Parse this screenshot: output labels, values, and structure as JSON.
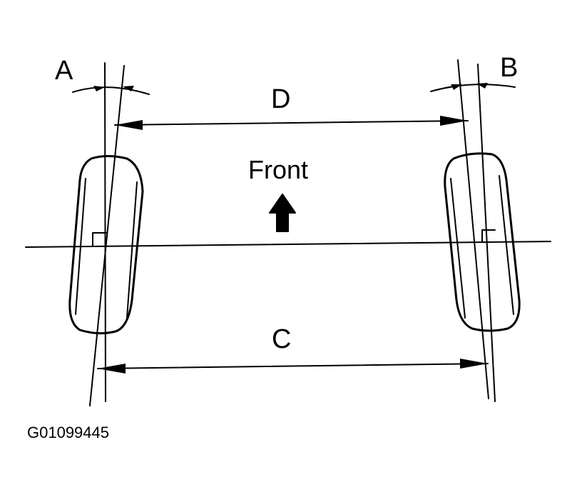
{
  "labels": {
    "angle_left": "A",
    "angle_right": "B",
    "distance_front": "D",
    "distance_rear": "C",
    "direction": "Front",
    "figure_code": "G01099445"
  },
  "colors": {
    "ink": "#000000",
    "background": "#ffffff"
  }
}
